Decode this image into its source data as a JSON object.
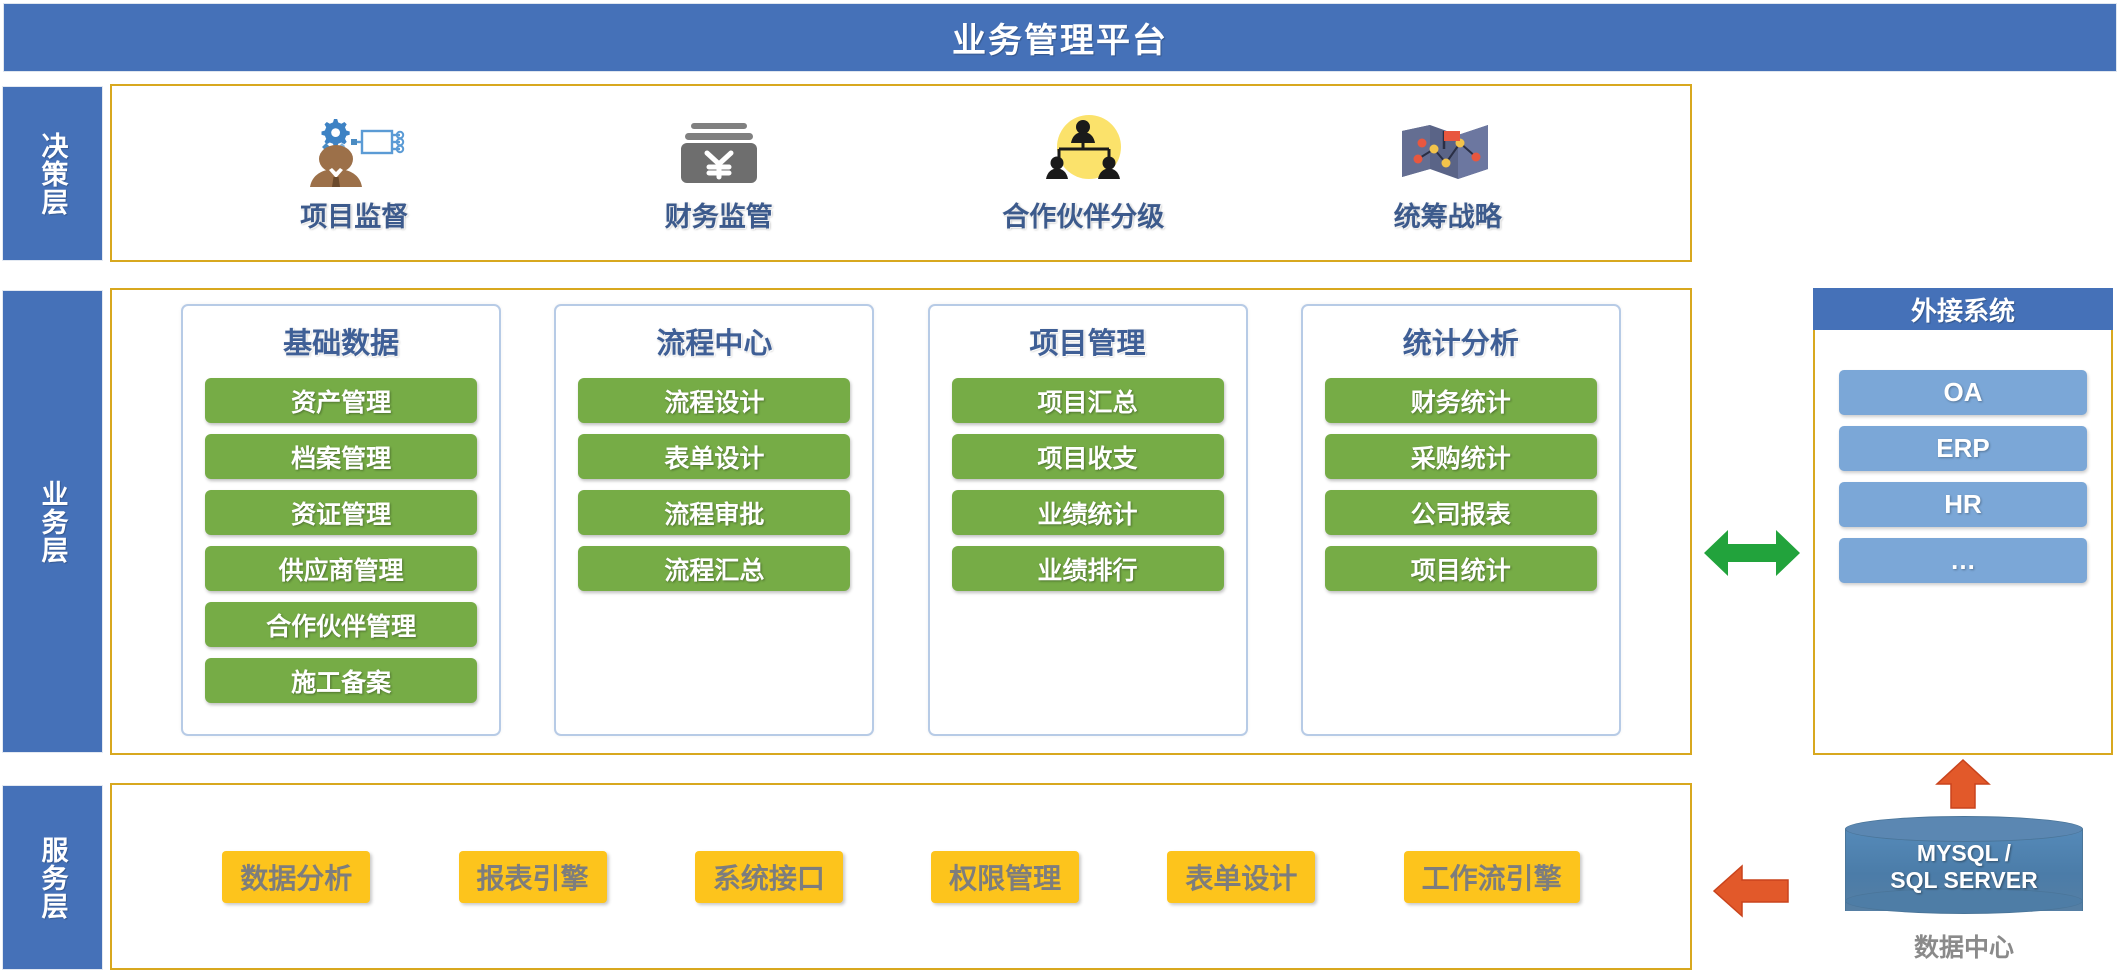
{
  "header": {
    "title": "业务管理平台"
  },
  "layers": {
    "decision_label": "决策层",
    "business_label": "业务层",
    "service_label": "服务层"
  },
  "decision": {
    "items": [
      {
        "label": "项目监督",
        "icon": "supervisor-gear-icon"
      },
      {
        "label": "财务监管",
        "icon": "money-yuan-icon"
      },
      {
        "label": "合作伙伴分级",
        "icon": "partner-hierarchy-icon"
      },
      {
        "label": "统筹战略",
        "icon": "strategy-map-icon"
      }
    ]
  },
  "business": {
    "columns": [
      {
        "title": "基础数据",
        "items": [
          "资产管理",
          "档案管理",
          "资证管理",
          "供应商管理",
          "合作伙伴管理",
          "施工备案"
        ]
      },
      {
        "title": "流程中心",
        "items": [
          "流程设计",
          "表单设计",
          "流程审批",
          "流程汇总"
        ]
      },
      {
        "title": "项目管理",
        "items": [
          "项目汇总",
          "项目收支",
          "业绩统计",
          "业绩排行"
        ]
      },
      {
        "title": "统计分析",
        "items": [
          "财务统计",
          "采购统计",
          "公司报表",
          "项目统计"
        ]
      }
    ]
  },
  "service": {
    "items": [
      "数据分析",
      "报表引擎",
      "系统接口",
      "权限管理",
      "表单设计",
      "工作流引擎"
    ]
  },
  "external": {
    "title": "外接系统",
    "items": [
      "OA",
      "ERP",
      "HR",
      "…"
    ]
  },
  "database": {
    "line1": "MYSQL /",
    "line2": "SQL SERVER",
    "caption": "数据中心"
  },
  "arrows": {
    "exchange": "double-arrow-green",
    "db_up": "arrow-up-orange",
    "db_left": "arrow-left-orange"
  },
  "colors": {
    "brand_blue": "#4571b8",
    "gold_border": "#d8a81f",
    "green_item": "#76ac46",
    "amber_item": "#fdc41c",
    "ext_item_blue": "#7ba7d7",
    "arrow_green": "#22a33c",
    "arrow_orange": "#e2592a",
    "db_blue": "#4e7da6"
  }
}
